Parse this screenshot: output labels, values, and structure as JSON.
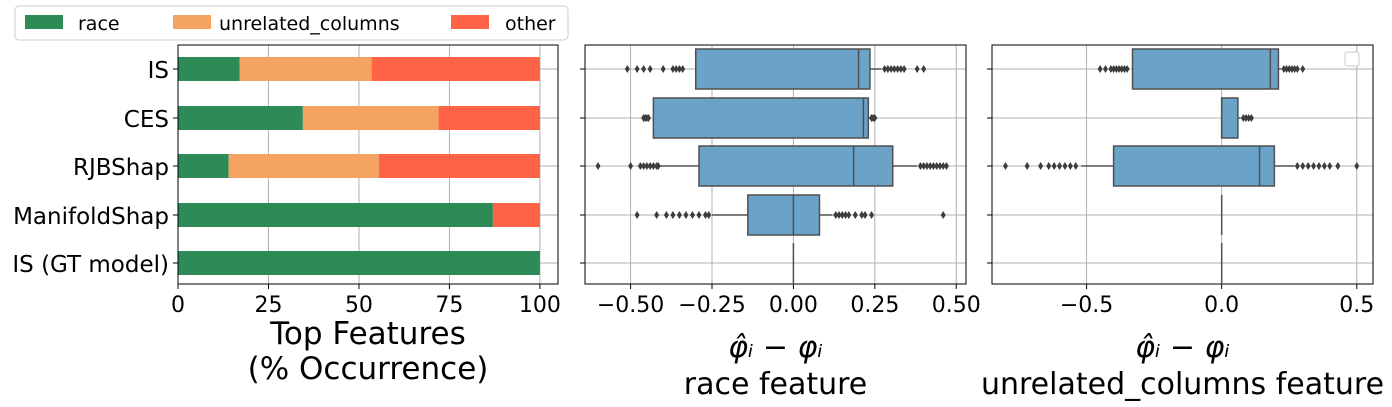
{
  "legend": {
    "items": [
      {
        "label": "race",
        "color": "#2e8b57"
      },
      {
        "label": "unrelated_columns",
        "color": "#f4a460"
      },
      {
        "label": "other",
        "color": "#ff6347"
      }
    ]
  },
  "chart_data": [
    {
      "type": "bar",
      "orientation": "horizontal",
      "stacked": true,
      "categories": [
        "IS",
        "CES",
        "RJBShap",
        "ManifoldShap",
        "IS (GT model)"
      ],
      "series": [
        {
          "name": "race",
          "color": "#2e8b57",
          "values": [
            17,
            34.5,
            14,
            87,
            100
          ]
        },
        {
          "name": "unrelated_columns",
          "color": "#f4a460",
          "values": [
            36.5,
            37.5,
            41.5,
            0,
            0
          ]
        },
        {
          "name": "other",
          "color": "#ff6347",
          "values": [
            46.5,
            28,
            44.5,
            13,
            0
          ]
        }
      ],
      "xlabel": "Top Features\n(% Occurrence)",
      "xlim": [
        0,
        105
      ],
      "xticks": [
        0,
        25,
        50,
        75,
        100
      ],
      "grid": true,
      "legend_position": "top-left, outside"
    },
    {
      "type": "boxplot",
      "orientation": "horizontal",
      "categories": [
        "IS",
        "CES",
        "RJBShap",
        "ManifoldShap",
        "IS (GT model)"
      ],
      "color": "#6aa2c8",
      "boxes": [
        {
          "q1": -0.3,
          "median": 0.2,
          "q3": 0.235,
          "whisker_low": -0.3,
          "whisker_high": 0.27,
          "outliers": [
            -0.51,
            -0.48,
            -0.46,
            -0.44,
            -0.4,
            -0.37,
            -0.36,
            -0.35,
            -0.34,
            0.28,
            0.29,
            0.3,
            0.31,
            0.32,
            0.33,
            0.34,
            0.38,
            0.4
          ]
        },
        {
          "q1": -0.43,
          "median": 0.215,
          "q3": 0.23,
          "whisker_low": -0.43,
          "whisker_high": 0.235,
          "outliers": [
            -0.46,
            -0.455,
            -0.45,
            -0.445,
            0.24,
            0.245,
            0.25
          ]
        },
        {
          "q1": -0.29,
          "median": 0.185,
          "q3": 0.305,
          "whisker_low": -0.41,
          "whisker_high": 0.38,
          "outliers": [
            -0.6,
            -0.5,
            -0.47,
            -0.46,
            -0.45,
            -0.44,
            -0.43,
            -0.42,
            -0.415,
            0.39,
            0.4,
            0.41,
            0.42,
            0.43,
            0.44,
            0.45,
            0.46,
            0.47
          ]
        },
        {
          "q1": -0.14,
          "median": 0.0,
          "q3": 0.08,
          "whisker_low": -0.25,
          "whisker_high": 0.12,
          "outliers": [
            -0.48,
            -0.42,
            -0.39,
            -0.37,
            -0.35,
            -0.33,
            -0.31,
            -0.29,
            -0.27,
            -0.26,
            0.13,
            0.14,
            0.15,
            0.16,
            0.17,
            0.19,
            0.21,
            0.22,
            0.24,
            0.46
          ]
        },
        {
          "q1": 0.0,
          "median": 0.0,
          "q3": 0.0,
          "whisker_low": 0.0,
          "whisker_high": 0.0,
          "outliers": []
        }
      ],
      "xlabel_math": "φ̂ᵢ − φᵢ",
      "xlabel": "race feature",
      "xlim": [
        -0.64,
        0.53
      ],
      "xticks": [
        -0.5,
        -0.25,
        0.0,
        0.25,
        0.5
      ],
      "xtick_labels": [
        "−0.50",
        "−0.25",
        "0.00",
        "0.25",
        "0.50"
      ],
      "grid": true
    },
    {
      "type": "boxplot",
      "orientation": "horizontal",
      "categories": [
        "IS",
        "CES",
        "RJBShap",
        "ManifoldShap",
        "IS (GT model)"
      ],
      "color": "#6aa2c8",
      "boxes": [
        {
          "q1": -0.33,
          "median": 0.18,
          "q3": 0.21,
          "whisker_low": -0.33,
          "whisker_high": 0.22,
          "outliers": [
            -0.45,
            -0.43,
            -0.41,
            -0.4,
            -0.39,
            -0.38,
            -0.37,
            -0.36,
            -0.35,
            0.23,
            0.24,
            0.25,
            0.26,
            0.27,
            0.28,
            0.3
          ]
        },
        {
          "q1": 0.0,
          "median": 0.0,
          "q3": 0.06,
          "whisker_low": 0.0,
          "whisker_high": 0.07,
          "outliers": [
            0.08,
            0.09,
            0.1,
            0.11
          ]
        },
        {
          "q1": -0.4,
          "median": 0.14,
          "q3": 0.195,
          "whisker_low": -0.52,
          "whisker_high": 0.27,
          "outliers": [
            -0.8,
            -0.72,
            -0.67,
            -0.64,
            -0.62,
            -0.6,
            -0.58,
            -0.56,
            -0.54,
            0.28,
            0.3,
            0.32,
            0.34,
            0.36,
            0.38,
            0.4,
            0.43,
            0.5
          ]
        },
        {
          "q1": 0.0,
          "median": 0.0,
          "q3": 0.0,
          "whisker_low": 0.0,
          "whisker_high": 0.0,
          "outliers": []
        },
        {
          "q1": 0.0,
          "median": 0.0,
          "q3": 0.0,
          "whisker_low": 0.0,
          "whisker_high": 0.0,
          "outliers": []
        }
      ],
      "xlabel_math": "φ̂ᵢ − φᵢ",
      "xlabel": "unrelated_columns feature",
      "xlim": [
        -0.85,
        0.56
      ],
      "xticks": [
        -0.5,
        0.0,
        0.5
      ],
      "xtick_labels": [
        "−0.5",
        "0.0",
        "0.5"
      ],
      "grid": true,
      "legend": "empty box, top-right"
    }
  ]
}
